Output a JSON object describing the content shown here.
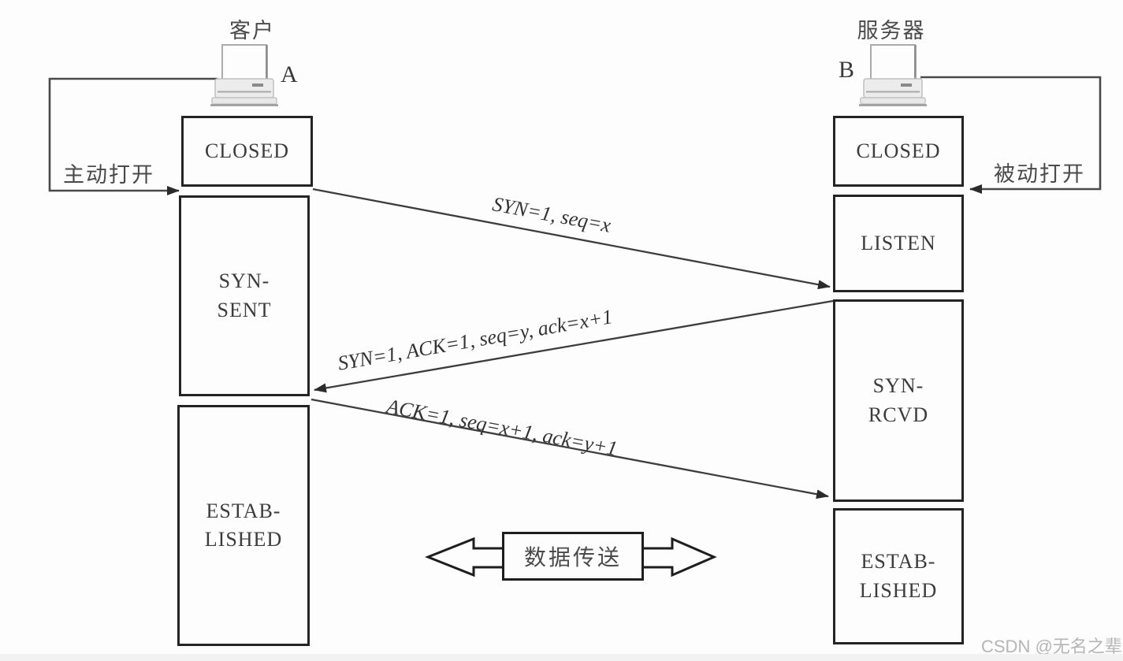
{
  "client": {
    "title": "客户",
    "letter": "A",
    "open_label": "主动打开",
    "states": [
      {
        "label": "CLOSED"
      },
      {
        "line1": "SYN-",
        "line2": "SENT"
      },
      {
        "line1": "ESTAB-",
        "line2": "LISHED"
      }
    ]
  },
  "server": {
    "title": "服务器",
    "letter": "B",
    "open_label": "被动打开",
    "states": [
      {
        "label": "CLOSED"
      },
      {
        "label": "LISTEN"
      },
      {
        "line1": "SYN-",
        "line2": "RCVD"
      },
      {
        "line1": "ESTAB-",
        "line2": "LISHED"
      }
    ]
  },
  "handshake_messages": [
    {
      "label": "SYN=1, seq=x",
      "direction": "client-to-server"
    },
    {
      "label": "SYN=1, ACK=1, seq=y, ack=x+1",
      "direction": "server-to-client"
    },
    {
      "label": "ACK=1, seq=x+1, ack=y+1",
      "direction": "client-to-server"
    }
  ],
  "data_transfer": {
    "label": "数据传送"
  },
  "watermark": {
    "text": "CSDN @无名之辈_"
  },
  "colors": {
    "background": "#fdfdfd",
    "box_border": "#242424",
    "line": "#454545",
    "text": "#3a3a3a",
    "watermark": "#b5b5b5"
  }
}
